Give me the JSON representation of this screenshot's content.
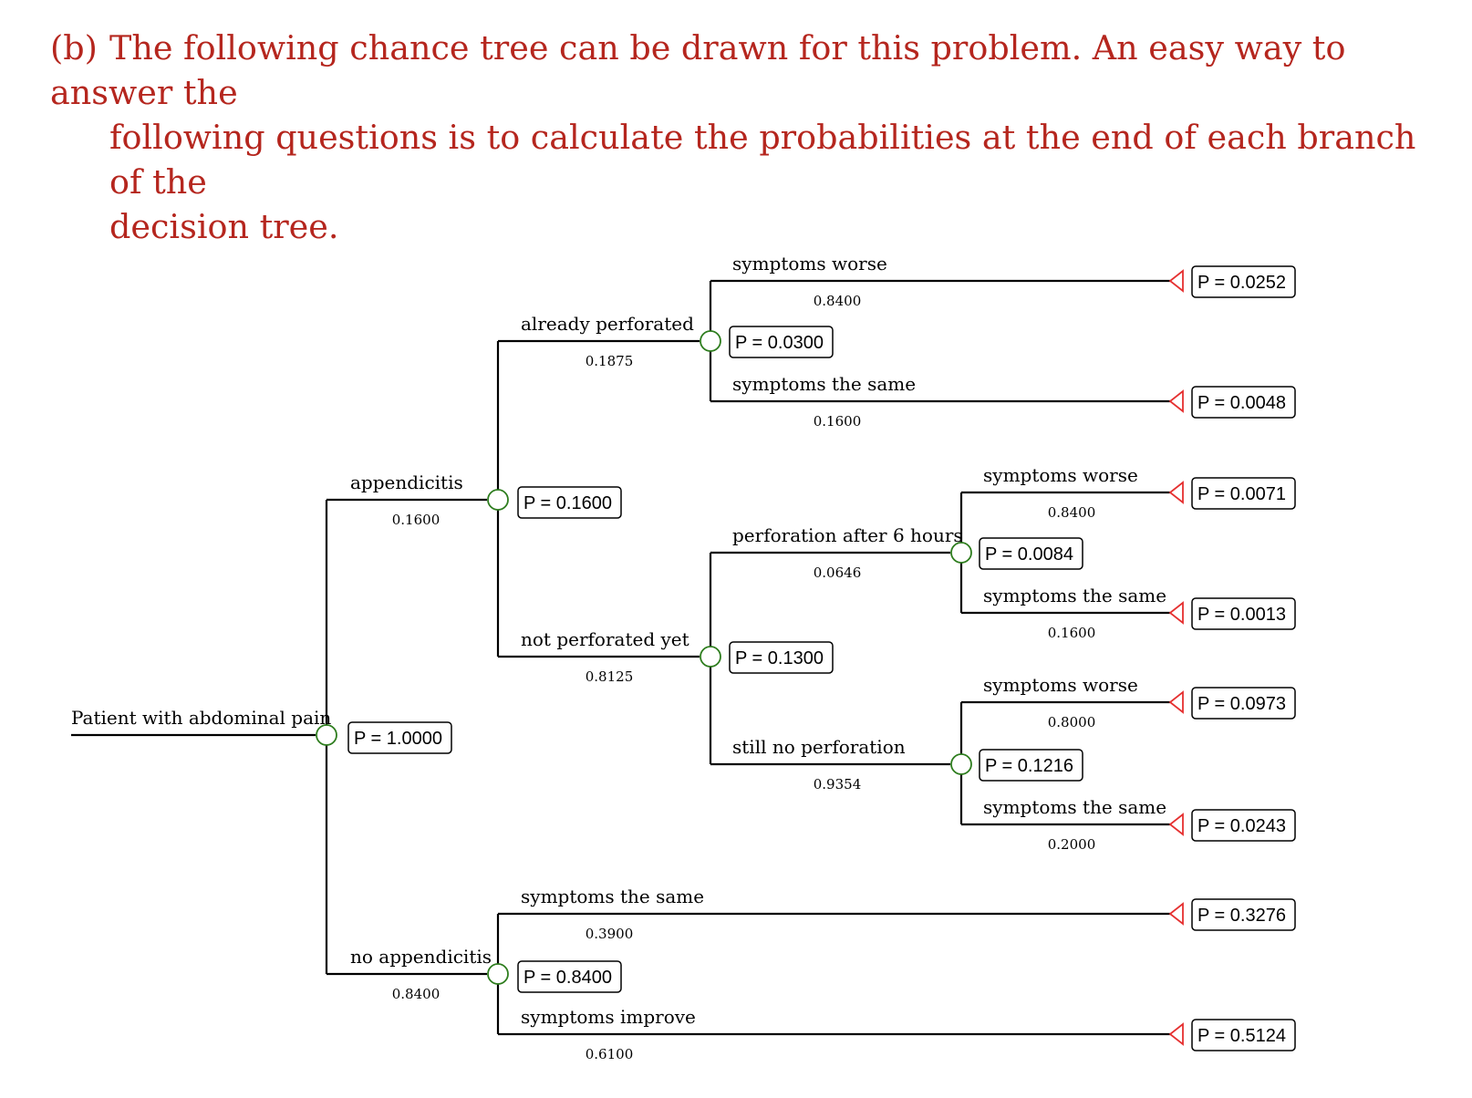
{
  "heading": {
    "label": "(b)",
    "line1": "The following chance tree can be drawn for this problem. An easy way to answer the",
    "line2": "following questions is to calculate the probabilities at the end of each branch of the",
    "line3": "decision tree."
  },
  "colors": {
    "heading": "#b5261e",
    "chance_node": "#2e7d1e",
    "terminal_node": "#e53030",
    "lines": "#000000"
  },
  "tree": {
    "root": {
      "label": "Patient with abdominal pain",
      "p": "P = 1.0000"
    },
    "appendicitis": {
      "label": "appendicitis",
      "prob": "0.1600",
      "p": "P = 0.1600"
    },
    "no_appendicitis": {
      "label": "no appendicitis",
      "prob": "0.8400",
      "p": "P = 0.8400"
    },
    "already_perforated": {
      "label": "already perforated",
      "prob": "0.1875",
      "p": "P = 0.0300"
    },
    "not_perforated_yet": {
      "label": "not perforated yet",
      "prob": "0.8125",
      "p": "P = 0.1300"
    },
    "perforation_after_6h": {
      "label": "perforation after 6 hours",
      "prob": "0.0646",
      "p": "P = 0.0084"
    },
    "still_no_perforation": {
      "label": "still no perforation",
      "prob": "0.9354",
      "p": "P = 0.1216"
    },
    "terminals": [
      {
        "label": "symptoms worse",
        "prob": "0.8400",
        "p": "P = 0.0252"
      },
      {
        "label": "symptoms the same",
        "prob": "0.1600",
        "p": "P = 0.0048"
      },
      {
        "label": "symptoms worse",
        "prob": "0.8400",
        "p": "P = 0.0071"
      },
      {
        "label": "symptoms the same",
        "prob": "0.1600",
        "p": "P = 0.0013"
      },
      {
        "label": "symptoms worse",
        "prob": "0.8000",
        "p": "P = 0.0973"
      },
      {
        "label": "symptoms the same",
        "prob": "0.2000",
        "p": "P = 0.0243"
      },
      {
        "label": "symptoms the same",
        "prob": "0.3900",
        "p": "P = 0.3276"
      },
      {
        "label": "symptoms improve",
        "prob": "0.6100",
        "p": "P = 0.5124"
      }
    ]
  }
}
